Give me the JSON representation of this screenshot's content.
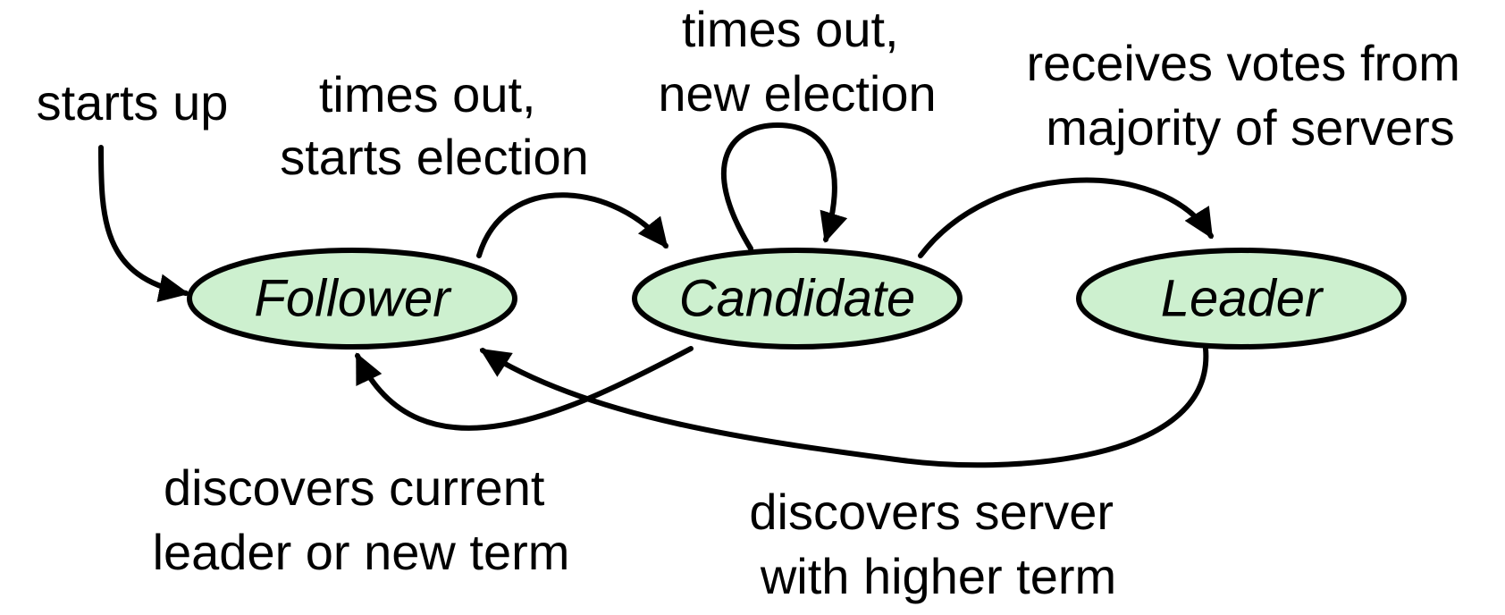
{
  "colors": {
    "state_fill": "#cdf0cf",
    "stroke": "#000000"
  },
  "states": {
    "follower": "Follower",
    "candidate": "Candidate",
    "leader": "Leader"
  },
  "transitions": {
    "start": {
      "line1": "starts up"
    },
    "follower_to_candidate": {
      "line1": "times out,",
      "line2": "starts election"
    },
    "candidate_self": {
      "line1": "times out,",
      "line2": "new election"
    },
    "candidate_to_leader": {
      "line1": "receives votes from",
      "line2": "majority of servers"
    },
    "candidate_to_follower": {
      "line1": "discovers current",
      "line2": "leader or new term"
    },
    "leader_to_follower": {
      "line1": "discovers server",
      "line2": "with higher term"
    }
  }
}
